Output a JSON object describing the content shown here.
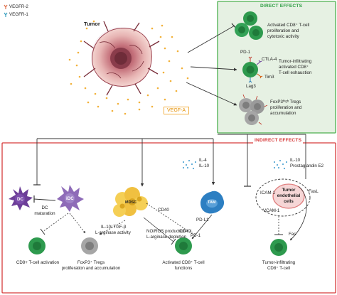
{
  "legend": {
    "vegfr2": "VEGFR-2",
    "vegfr1": "VEGFR-1"
  },
  "tumor": {
    "title": "Tumor",
    "vegfa": "VEGF-A"
  },
  "direct_effects": {
    "title": "DIRECT EFFECTS",
    "item1": [
      "Activated CD8⁺ T-cell",
      "proliferation and",
      "cytotoxic activity"
    ],
    "item2": [
      "Tumor-infiltrating",
      "activated CD8⁺",
      "T-cell exhaustion"
    ],
    "item3": [
      "FoxP3ʰⁱᵍʰ Tregs",
      "proliferation and",
      "accumulation"
    ],
    "markers": {
      "pd1": "PD-1",
      "ctla4": "CTLA-4",
      "tim3": "Tim3",
      "lag3": "Lag3"
    }
  },
  "indirect_effects": {
    "title": "INDIRECT EFFECTS",
    "cytokines_top": [
      "IL-4",
      "IL-10"
    ],
    "cytokines_right": [
      "IL-10",
      "Prostaglandin E2"
    ],
    "dc": "DC",
    "idc": "iDC",
    "dc_maturation": [
      "DC",
      "maturation"
    ],
    "mdsc": "MDSC",
    "mdsc_products": [
      "IL-10/ TGF-β",
      "L-arginase activity"
    ],
    "cd40": "CD40",
    "no_ros": [
      "NO/ROS production",
      "L-arginase depletion"
    ],
    "tam": "TAM",
    "pdl1": "PD-L1",
    "cd40l": "CD40L",
    "pd1": "PD-1",
    "icam1": "ICAM-1",
    "vcam1": "VCAM-1",
    "endothelial": [
      "Tumor",
      "endothelial",
      "cells"
    ],
    "fasl": "FasL",
    "fas": "Fas",
    "bottom1": "CD8+ T-cell activation",
    "bottom2": [
      "FoxP3⁺ Tregs",
      "proliferation and accumulation"
    ],
    "bottom3": [
      "Activated CD8⁺ T-cell",
      "functions"
    ],
    "bottom4": [
      "Tumor-infiltrating",
      "CD8⁺ T-cell"
    ]
  },
  "colors": {
    "green_border": "#4cb04e",
    "green_fill": "#e6f1e3",
    "red_border": "#d63b3b",
    "tumor_core": "#a95a66",
    "vegf_dots": "#f2b13a",
    "tcell": "#2e9a4e",
    "treg": "#9a9a9a",
    "dc": "#6c3e98",
    "mdsc": "#f0c040",
    "tam": "#2d7fc2"
  }
}
